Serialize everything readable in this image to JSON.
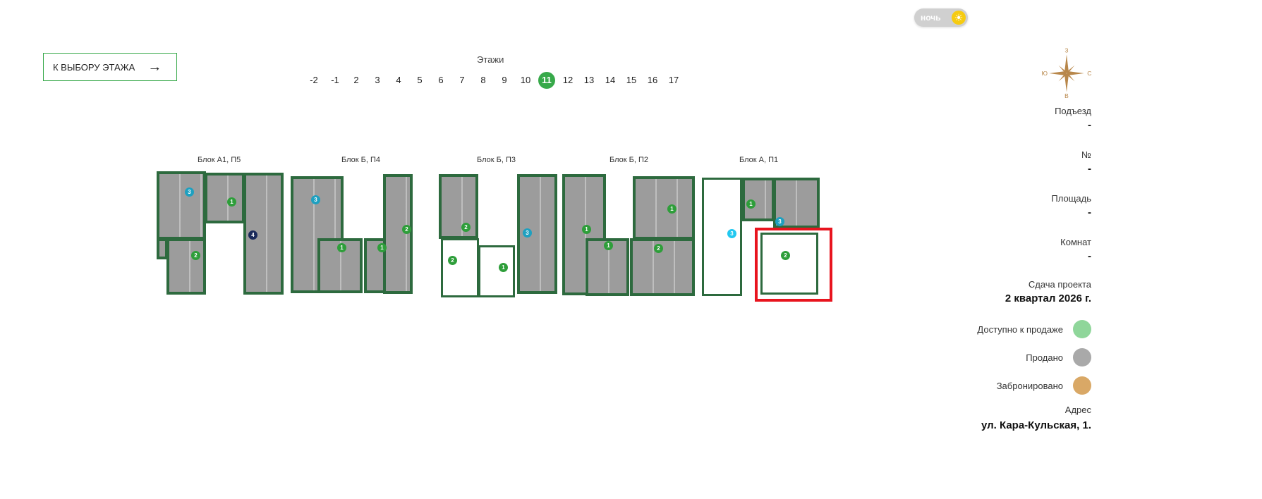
{
  "theme_toggle": {
    "label": "ночь",
    "icon": "sun-icon"
  },
  "back_button": {
    "label": "К ВЫБОРУ ЭТАЖА",
    "icon": "arrow-right-icon"
  },
  "floors": {
    "title": "Этажи",
    "items": [
      "-2",
      "-1",
      "2",
      "3",
      "4",
      "5",
      "6",
      "7",
      "8",
      "9",
      "10",
      "11",
      "12",
      "13",
      "14",
      "15",
      "16",
      "17"
    ],
    "active": "11"
  },
  "compass": {
    "n": "З",
    "s": "В",
    "w": "Ю",
    "e": "С"
  },
  "blocks": [
    {
      "title": "Блок А1, П5"
    },
    {
      "title": "Блок Б, П4"
    },
    {
      "title": "Блок Б, П3"
    },
    {
      "title": "Блок Б, П2"
    },
    {
      "title": "Блок А, П1"
    }
  ],
  "info": {
    "entrance_label": "Подъезд",
    "entrance_value": "-",
    "number_label": "№",
    "number_value": "-",
    "area_label": "Площадь",
    "area_value": "-",
    "rooms_label": "Комнат",
    "rooms_value": "-",
    "delivery_label": "Сдача проекта",
    "delivery_value": "2 квартал 2026 г.",
    "address_label": "Адрес",
    "address_value": "ул. Кара-Кульская, 1."
  },
  "legend": [
    {
      "label": "Доступно к продаже",
      "color": "#8fd69a"
    },
    {
      "label": "Продано",
      "color": "#a9a9a9"
    },
    {
      "label": "Забронировано",
      "color": "#d9a866"
    }
  ],
  "colors": {
    "accent": "#37a94a",
    "selection": "#e8141e"
  }
}
